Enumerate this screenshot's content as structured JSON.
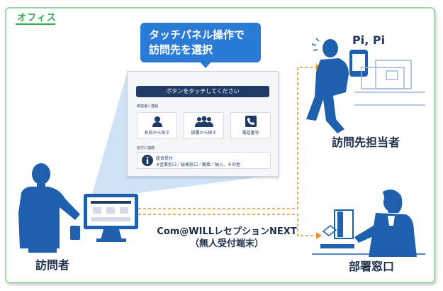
{
  "section_label": "オフィス",
  "bubble": {
    "line1": "タッチパネル操作で",
    "line2": "訪問先を選択"
  },
  "panel": {
    "header": "ボタンをタッチしてください",
    "contact_label": "御担者に連絡",
    "options": [
      "名前から探す",
      "部署から探す",
      "電話番号"
    ],
    "reception_label": "受付に連絡",
    "info_title": "総合受付",
    "info_detail": "※営業窓口／総務窓口／面接／納入、その他"
  },
  "badge": "Pi, Pi",
  "labels": {
    "visitor": "訪問者",
    "staff": "訪問先担当者",
    "department": "部署窓口"
  },
  "product": {
    "name": "Com@WILLレセプションNEXT",
    "subtitle": "（無人受付端末）"
  },
  "colors": {
    "figure": "#1e5fae",
    "accent_blue": "#2a7bd5",
    "dashed_arrow": "#e8922c",
    "frame": "#9fd9a6",
    "section_green": "#2fa84f",
    "panel_header": "#1f3a64"
  }
}
